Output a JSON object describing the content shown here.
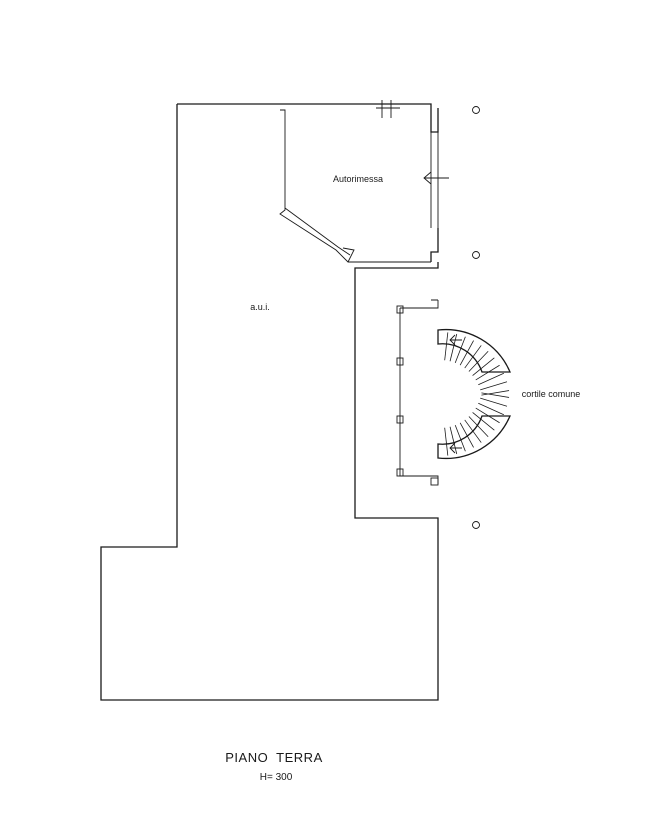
{
  "plan": {
    "rooms": {
      "garage": "Autorimessa",
      "useful_area": "a.u.i.",
      "courtyard": "cortile comune"
    },
    "title": "PIANO  TERRA",
    "height": "H= 300"
  }
}
